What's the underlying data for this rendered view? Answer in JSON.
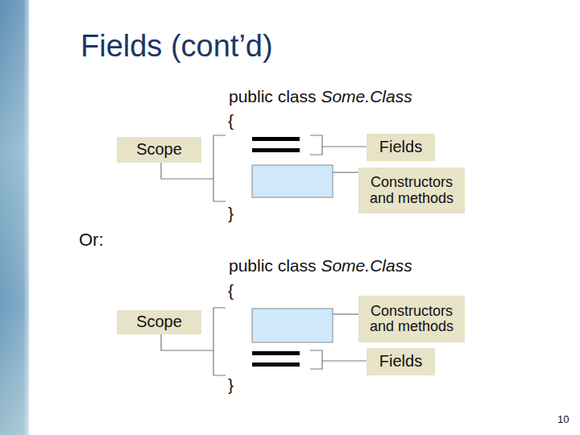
{
  "diagram": {
    "title": "Fields (cont’d)",
    "nodes": [
      {
        "text": [
          "Scope"
        ]
      },
      {
        "text": [
          "Fields"
        ]
      },
      {
        "text": [
          "Constructors and methods"
        ]
      },
      {
        "text": [
          "Scope"
        ]
      },
      {
        "text": [
          "Constructors and methods"
        ]
      },
      {
        "text": [
          "Fields"
        ]
      }
    ],
    "labels": [
      "public class",
      "Some.Class",
      "{",
      "}",
      "Or:",
      "public class",
      "Some.Class",
      "{",
      "}",
      "10"
    ]
  }
}
